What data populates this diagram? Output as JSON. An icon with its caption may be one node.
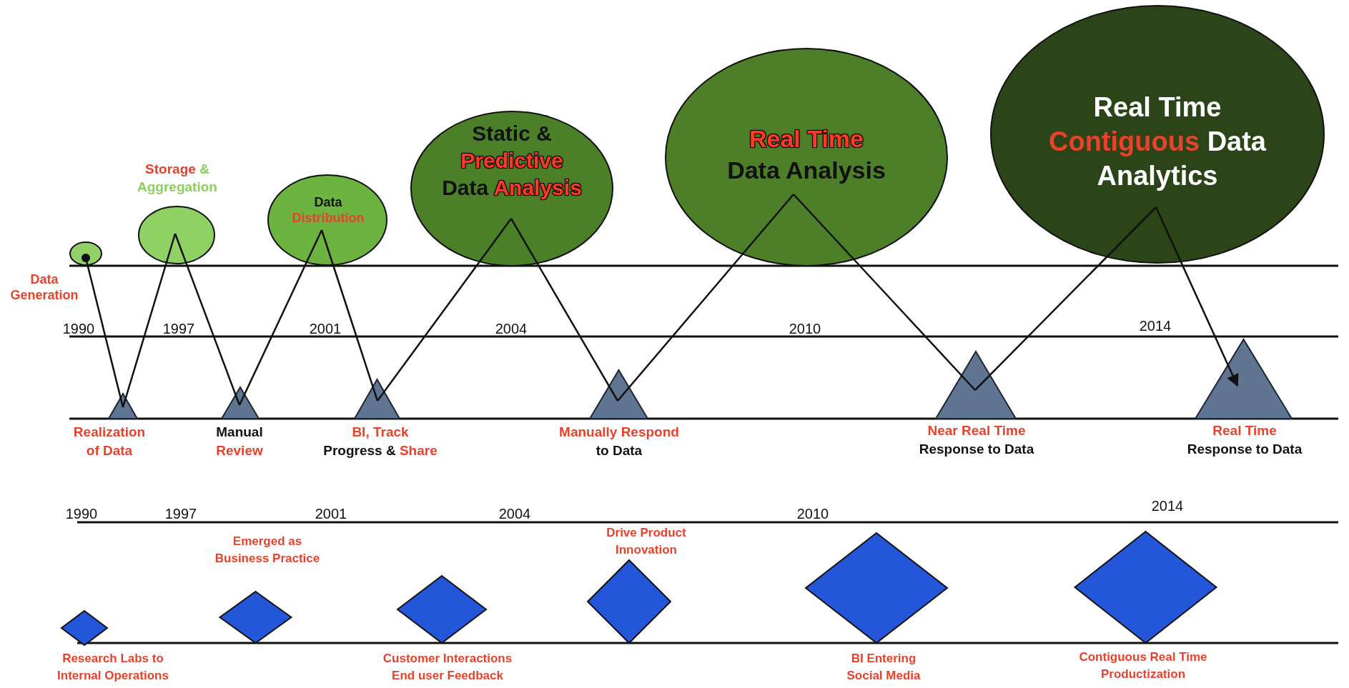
{
  "diagram": {
    "nodes": [
      {
        "text": [
          "Data Generation"
        ]
      },
      {
        "text": [
          "Storage",
          "&",
          "Aggregation"
        ]
      },
      {
        "text": [
          "Data",
          "Distribution"
        ]
      },
      {
        "text": [
          "Static &",
          "Predictive",
          "Data",
          "Analysis"
        ]
      },
      {
        "text": [
          "Real Time",
          "Data Analysis"
        ]
      },
      {
        "text": [
          "Real Time",
          "Contiguous",
          "Data",
          "Analytics"
        ]
      },
      {
        "text": [
          "Realization of Data"
        ]
      },
      {
        "text": [
          "Manual",
          "Review"
        ]
      },
      {
        "text": [
          "BI, Track",
          "Progress &",
          "Share"
        ]
      },
      {
        "text": [
          "Manually Respond",
          "to Data"
        ]
      },
      {
        "text": [
          "Near Real Time",
          "Response to Data"
        ]
      },
      {
        "text": [
          "Real Time",
          "Response to Data"
        ]
      },
      {
        "text": [
          "Research Labs to Internal Operations"
        ]
      },
      {
        "text": [
          "Emerged as Business Practice"
        ]
      },
      {
        "text": [
          "Customer Interactions End user Feedback"
        ]
      },
      {
        "text": [
          "Drive Product Innovation"
        ]
      },
      {
        "text": [
          "BI Entering Social Media"
        ]
      },
      {
        "text": [
          "Contiguous Real Time Productization"
        ]
      }
    ],
    "edges": [
      {
        "from": 0,
        "to": 6,
        "arrow": "none"
      },
      {
        "from": 6,
        "to": 1,
        "arrow": "none"
      },
      {
        "from": 1,
        "to": 7,
        "arrow": "none"
      },
      {
        "from": 7,
        "to": 2,
        "arrow": "none"
      },
      {
        "from": 2,
        "to": 8,
        "arrow": "none"
      },
      {
        "from": 8,
        "to": 3,
        "arrow": "none"
      },
      {
        "from": 3,
        "to": 9,
        "arrow": "none"
      },
      {
        "from": 9,
        "to": 4,
        "arrow": "none"
      },
      {
        "from": 4,
        "to": 10,
        "arrow": "none"
      },
      {
        "from": 10,
        "to": 5,
        "arrow": "none"
      },
      {
        "from": 5,
        "to": 11,
        "arrow": "to"
      }
    ],
    "labels": [
      "1990",
      "1997",
      "2001",
      "2004",
      "2010",
      "2014",
      "1990",
      "1997",
      "2001",
      "2004",
      "2010",
      "2014"
    ]
  }
}
